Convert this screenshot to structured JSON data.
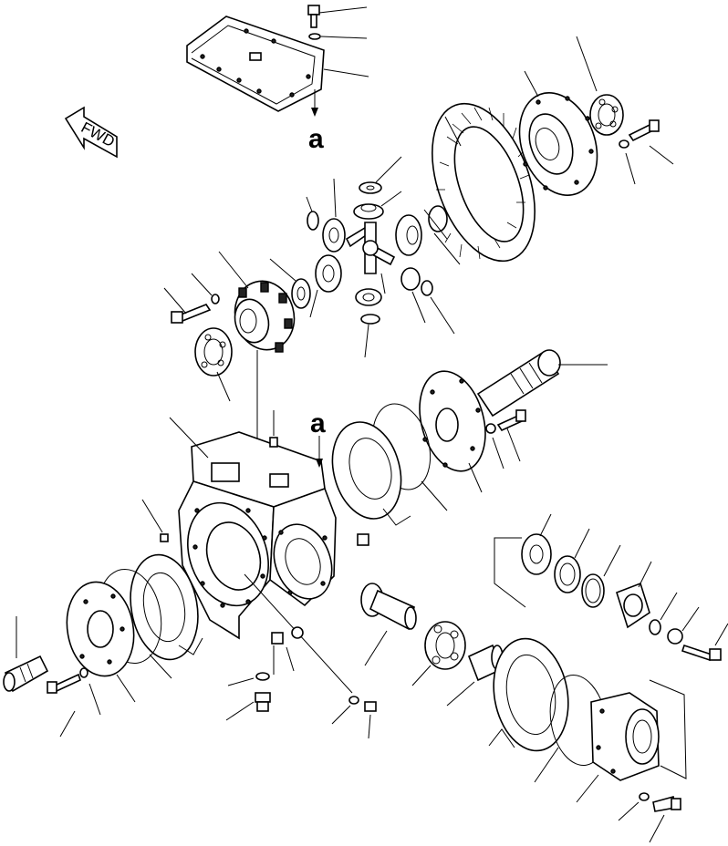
{
  "diagram": {
    "type": "exploded-parts-view",
    "labels": {
      "view_ref_a_top": "a",
      "view_ref_a_center": "a",
      "direction": "FWD"
    }
  }
}
